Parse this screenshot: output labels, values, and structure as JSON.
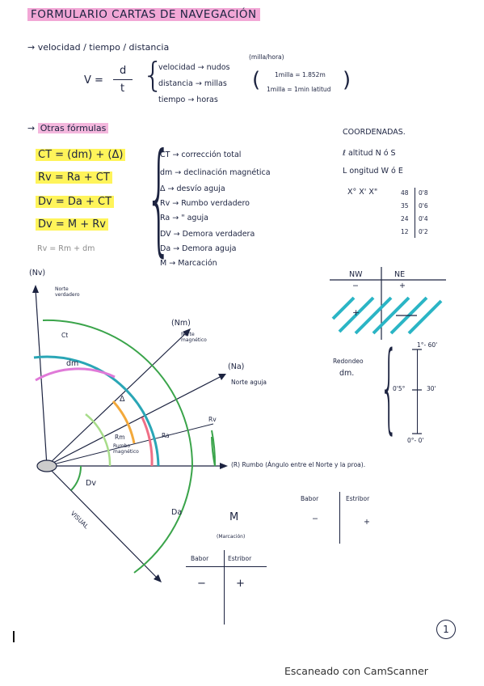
{
  "title": "FORMULARIO CARTAS DE NAVEGACIÓN",
  "section1": {
    "heading": "velocidad / tiempo / distancia",
    "formula_v": "V =",
    "formula_num": "d",
    "formula_den": "t",
    "lines": [
      "velocidad → nudos",
      "distancia → millas",
      "tiempo → horas"
    ],
    "unit_note": "(milla/hora)",
    "eq1": "1milla = 1.852m",
    "eq2": "1milla = 1min latitud"
  },
  "section2": {
    "heading": "Otras fórmulas",
    "formulas": [
      "CT = (dm) + (Δ)",
      "Rv = Ra + CT",
      "Dv = Da + CT",
      "Dv = M + Rv",
      "Rv = Rm + dm"
    ],
    "definitions": [
      "CT → corrección total",
      "dm → declinación magnética",
      "Δ → desvío aguja",
      "Rv → Rumbo verdadero",
      "Ra →  \"  aguja",
      "DV → Demora verdadera",
      "Da → Demora aguja",
      "M → Marcación"
    ]
  },
  "coords": {
    "heading": "COORDENADAS.",
    "lat": "ℓ altitud  N ó S",
    "lon": "L ongitud  W ó E",
    "units": "X° X' X\"",
    "conversions": [
      {
        "left": "48",
        "right": "0'8"
      },
      {
        "left": "35",
        "right": "0'6"
      },
      {
        "left": "24",
        "right": "0'4"
      },
      {
        "left": "12",
        "right": "0'2"
      }
    ]
  },
  "quadrant": {
    "nw": "NW",
    "ne": "NE",
    "minus": "−",
    "plus": "+"
  },
  "rounding": {
    "label1": "Redondeo",
    "label2": "dm.",
    "top": "1°- 60'",
    "middle_left": "0'5°",
    "middle_right": "30'",
    "bottom": "0°- 0'"
  },
  "diagram": {
    "nv": "(Nv)",
    "nv_sub": "Norte verdadero",
    "nm": "(Nm)",
    "nm_sub": "Norte magnético",
    "na": "(Na)",
    "na_sub": "Norte aguja",
    "rv": "Rv",
    "ra": "Ra",
    "rm": "Rm",
    "rm_sub": "Rumbo magnético",
    "delta": "Δ",
    "ct": "Ct",
    "dm": "dm",
    "dv": "Dv",
    "da": "Da",
    "visual": "VISUAL",
    "r_label": "(R) Rumbo (Ángulo entre el Norte y la proa)."
  },
  "marcacion": {
    "label": "M",
    "sub": "(Marcación)",
    "babor": "Babor",
    "estribor": "Estribor",
    "minus": "−",
    "plus": "+"
  },
  "side_table": {
    "babor": "Babor",
    "estribor": "Estribor",
    "minus": "−",
    "plus": "+"
  },
  "page_number": "1",
  "footer": "Escaneado con CamScanner"
}
